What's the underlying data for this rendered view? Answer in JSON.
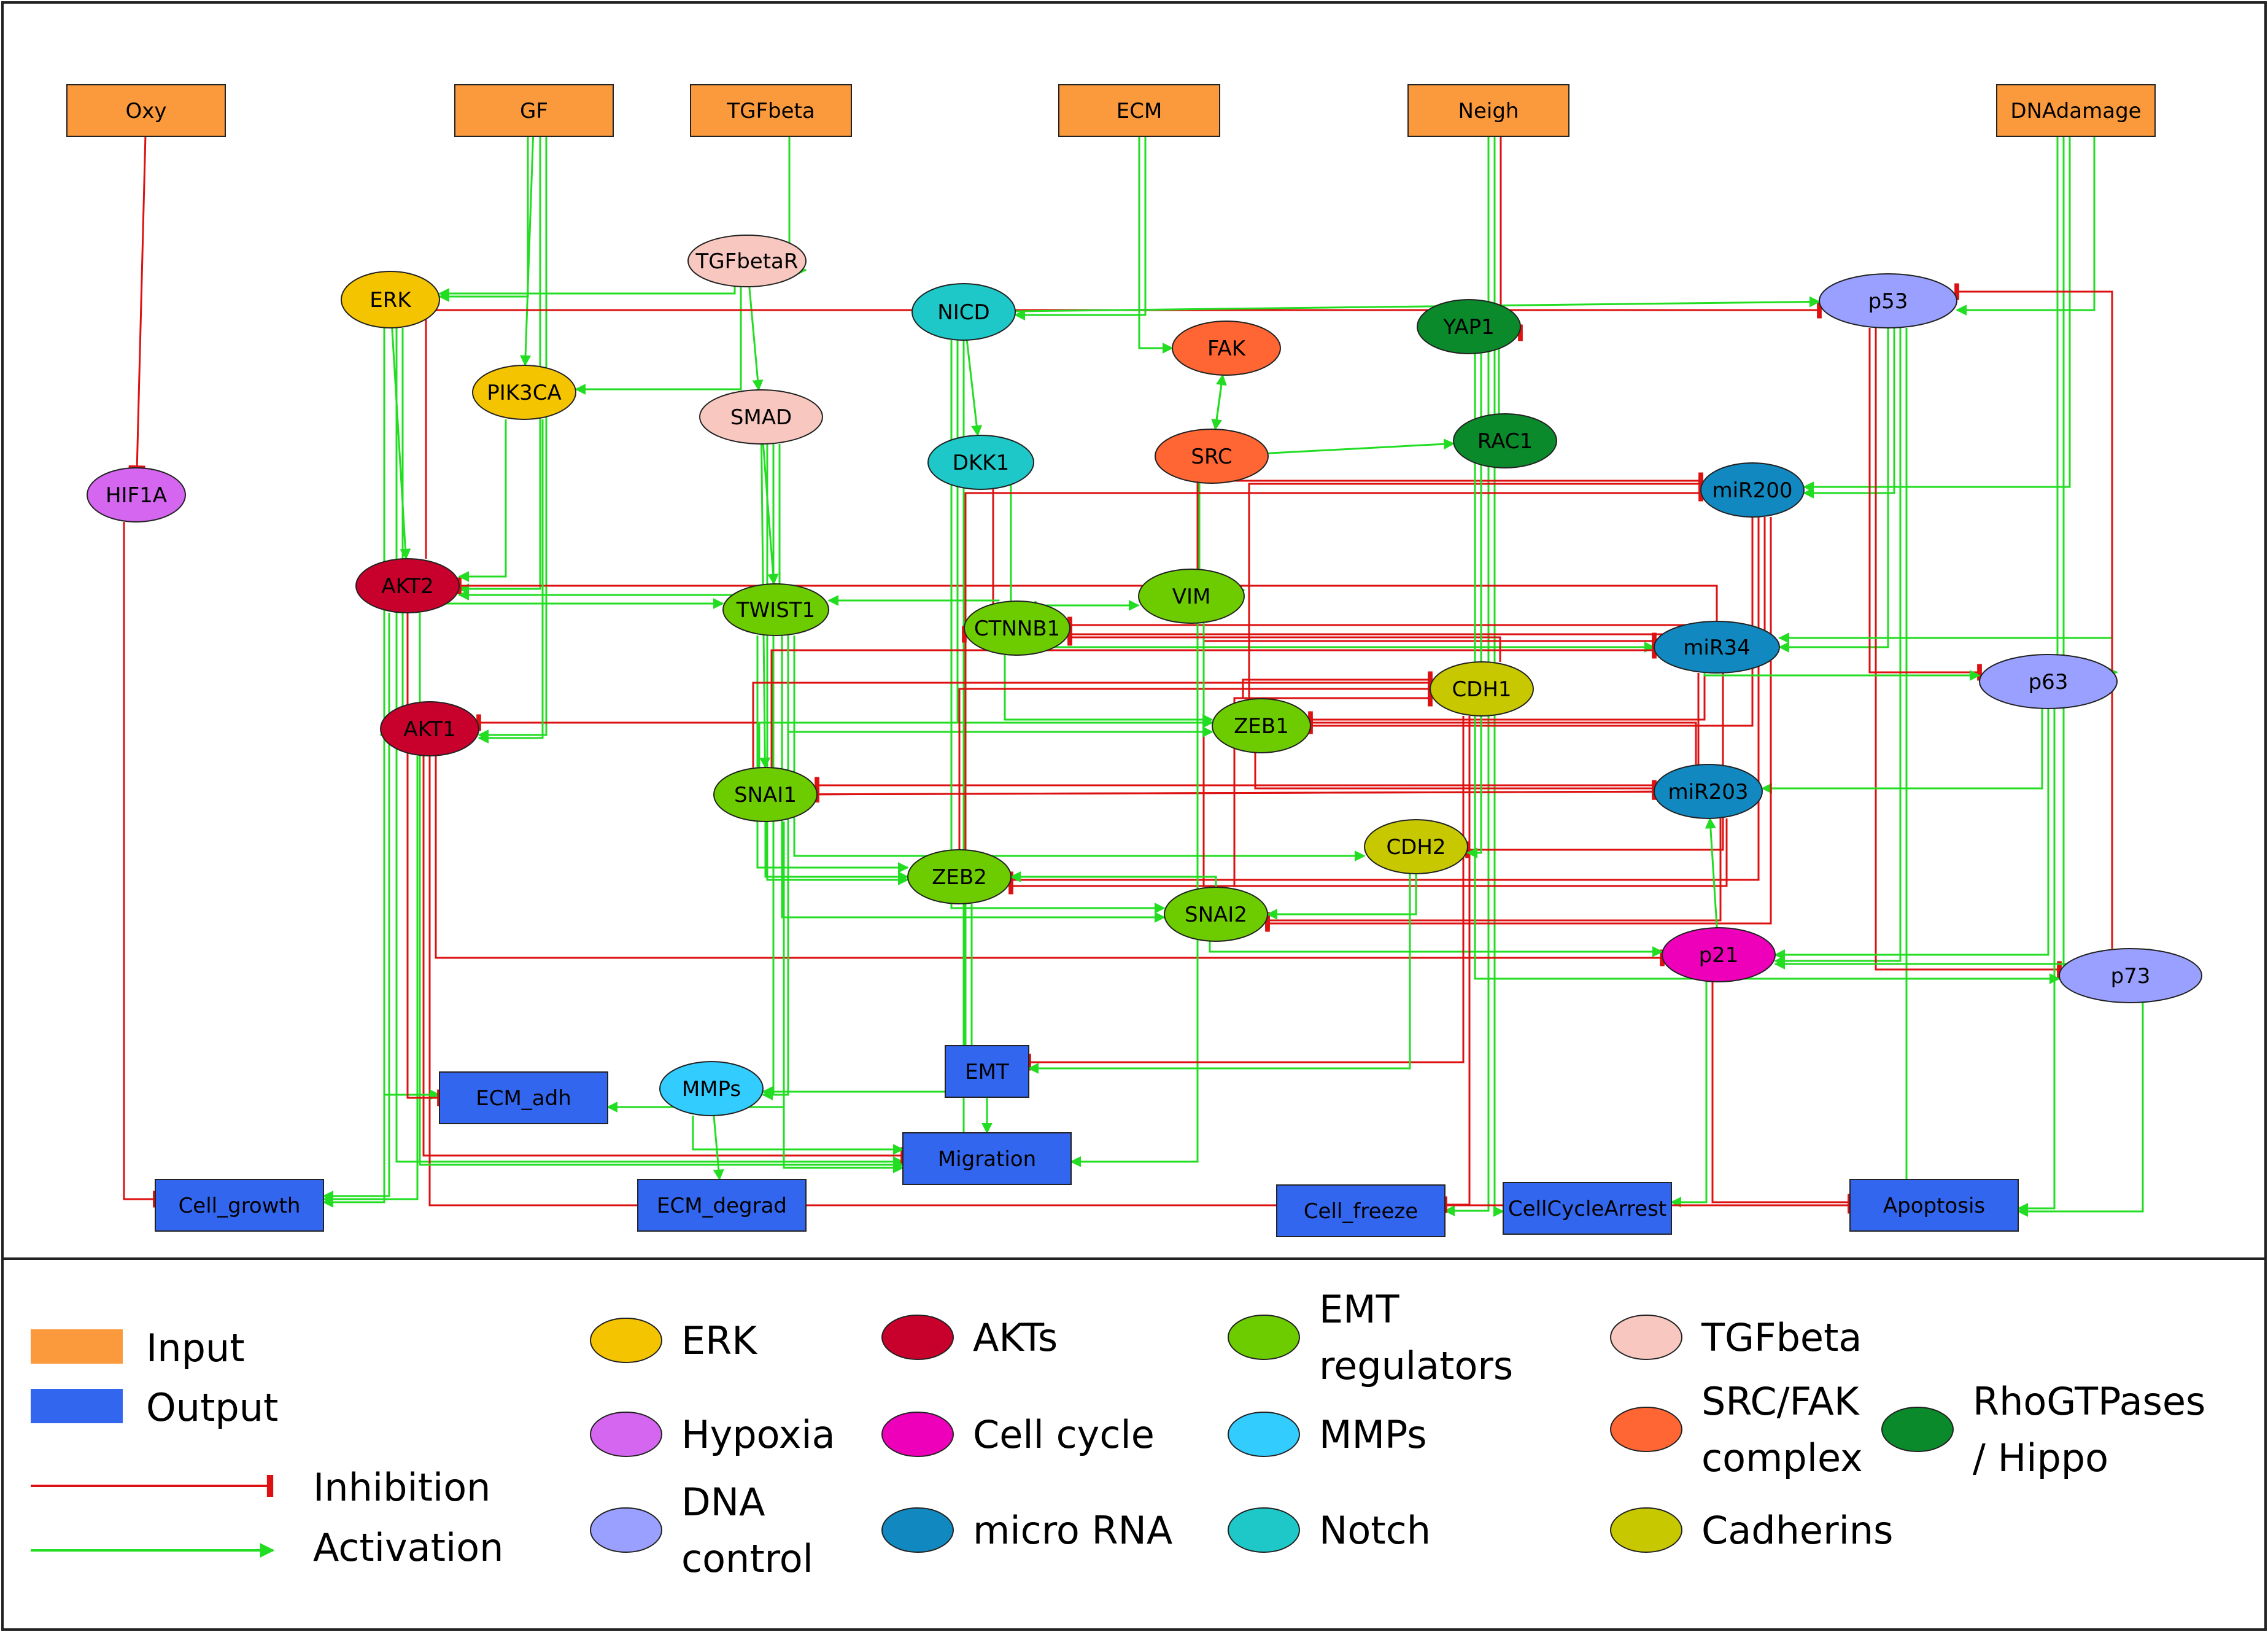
{
  "colors": {
    "input": "#fb9a3c",
    "output": "#3366ee",
    "inhibition": "#dd1111",
    "activation": "#22dd22",
    "ERK": "#f5c400",
    "AKTs": "#c8002c",
    "EMT": "#6dcc00",
    "TGFbeta": "#f8c8c0",
    "Hypoxia": "#d466f0",
    "CellCycle": "#ee00bb",
    "MMPs": "#33ccff",
    "SRCFAK": "#ff6633",
    "RhoHippo": "#0a8a2a",
    "DNA": "#99a0ff",
    "microRNA": "#1188c0",
    "Notch": "#1fc8c8",
    "Cadherins": "#c8c800"
  },
  "inputs": [
    {
      "id": "oxy",
      "label": "Oxy"
    },
    {
      "id": "gf",
      "label": "GF"
    },
    {
      "id": "tgfbeta",
      "label": "TGFbeta"
    },
    {
      "id": "ecm",
      "label": "ECM"
    },
    {
      "id": "neigh",
      "label": "Neigh"
    },
    {
      "id": "dnadamage",
      "label": "DNAdamage"
    }
  ],
  "outputs": [
    {
      "id": "cellgrowth",
      "label": "Cell_growth"
    },
    {
      "id": "ecmadh",
      "label": "ECM_adh"
    },
    {
      "id": "ecmdegrad",
      "label": "ECM_degrad"
    },
    {
      "id": "emt",
      "label": "EMT"
    },
    {
      "id": "migration",
      "label": "Migration"
    },
    {
      "id": "cellfreeze",
      "label": "Cell_freeze"
    },
    {
      "id": "cellcyclearrest",
      "label": "CellCycleArrest"
    },
    {
      "id": "apoptosis",
      "label": "Apoptosis"
    }
  ],
  "nodes": [
    {
      "id": "hif1a",
      "label": "HIF1A",
      "group": "Hypoxia"
    },
    {
      "id": "tgfbetar",
      "label": "TGFbetaR",
      "group": "TGFbeta"
    },
    {
      "id": "erk",
      "label": "ERK",
      "group": "ERK"
    },
    {
      "id": "nicd",
      "label": "NICD",
      "group": "Notch"
    },
    {
      "id": "p53",
      "label": "p53",
      "group": "DNA"
    },
    {
      "id": "yap1",
      "label": "YAP1",
      "group": "RhoHippo"
    },
    {
      "id": "fak",
      "label": "FAK",
      "group": "SRCFAK"
    },
    {
      "id": "pik3ca",
      "label": "PIK3CA",
      "group": "ERK"
    },
    {
      "id": "smad",
      "label": "SMAD",
      "group": "TGFbeta"
    },
    {
      "id": "rac1",
      "label": "RAC1",
      "group": "RhoHippo"
    },
    {
      "id": "src",
      "label": "SRC",
      "group": "SRCFAK"
    },
    {
      "id": "dkk1",
      "label": "DKK1",
      "group": "Notch"
    },
    {
      "id": "mir200",
      "label": "miR200",
      "group": "microRNA"
    },
    {
      "id": "akt2",
      "label": "AKT2",
      "group": "AKTs"
    },
    {
      "id": "twist1",
      "label": "TWIST1",
      "group": "EMT"
    },
    {
      "id": "vim",
      "label": "VIM",
      "group": "EMT"
    },
    {
      "id": "ctnnb1",
      "label": "CTNNB1",
      "group": "EMT"
    },
    {
      "id": "mir34",
      "label": "miR34",
      "group": "microRNA"
    },
    {
      "id": "p63",
      "label": "p63",
      "group": "DNA"
    },
    {
      "id": "cdh1",
      "label": "CDH1",
      "group": "Cadherins"
    },
    {
      "id": "akt1",
      "label": "AKT1",
      "group": "AKTs"
    },
    {
      "id": "zeb1",
      "label": "ZEB1",
      "group": "EMT"
    },
    {
      "id": "snai1",
      "label": "SNAI1",
      "group": "EMT"
    },
    {
      "id": "mir203",
      "label": "miR203",
      "group": "microRNA"
    },
    {
      "id": "cdh2",
      "label": "CDH2",
      "group": "Cadherins"
    },
    {
      "id": "zeb2",
      "label": "ZEB2",
      "group": "EMT"
    },
    {
      "id": "snai2",
      "label": "SNAI2",
      "group": "EMT"
    },
    {
      "id": "p21",
      "label": "p21",
      "group": "CellCycle"
    },
    {
      "id": "p73",
      "label": "p73",
      "group": "DNA"
    },
    {
      "id": "mmps",
      "label": "MMPs",
      "group": "MMPs"
    }
  ],
  "edges": [
    {
      "from": "oxy",
      "to": "hif1a",
      "type": "inhibition"
    },
    {
      "from": "hif1a",
      "to": "cellgrowth",
      "type": "inhibition"
    },
    {
      "from": "gf",
      "to": "erk",
      "type": "activation"
    },
    {
      "from": "gf",
      "to": "pik3ca",
      "type": "activation"
    },
    {
      "from": "gf",
      "to": "akt2",
      "type": "activation"
    },
    {
      "from": "gf",
      "to": "akt1",
      "type": "activation"
    },
    {
      "from": "tgfbeta",
      "to": "tgfbetar",
      "type": "activation"
    },
    {
      "from": "tgfbetar",
      "to": "smad",
      "type": "activation"
    },
    {
      "from": "tgfbetar",
      "to": "erk",
      "type": "activation"
    },
    {
      "from": "tgfbetar",
      "to": "pik3ca",
      "type": "activation"
    },
    {
      "from": "ecm",
      "to": "fak",
      "type": "activation"
    },
    {
      "from": "ecm",
      "to": "nicd",
      "type": "activation"
    },
    {
      "from": "fak",
      "to": "src",
      "type": "activation"
    },
    {
      "from": "src",
      "to": "fak",
      "type": "activation"
    },
    {
      "from": "src",
      "to": "rac1",
      "type": "activation"
    },
    {
      "from": "src",
      "to": "vim",
      "type": "activation"
    },
    {
      "from": "rac1",
      "to": "yap1",
      "type": "activation"
    },
    {
      "from": "neigh",
      "to": "cellfreeze",
      "type": "activation"
    },
    {
      "from": "neigh",
      "to": "cellcyclearrest",
      "type": "activation"
    },
    {
      "from": "neigh",
      "to": "yap1",
      "type": "inhibition"
    },
    {
      "from": "dnadamage",
      "to": "p53",
      "type": "activation"
    },
    {
      "from": "dnadamage",
      "to": "p63",
      "type": "activation"
    },
    {
      "from": "dnadamage",
      "to": "p73",
      "type": "activation"
    },
    {
      "from": "dnadamage",
      "to": "mir200",
      "type": "activation"
    },
    {
      "from": "p53",
      "to": "mir34",
      "type": "activation"
    },
    {
      "from": "p53",
      "to": "mir200",
      "type": "activation"
    },
    {
      "from": "p53",
      "to": "p21",
      "type": "activation"
    },
    {
      "from": "p53",
      "to": "apoptosis",
      "type": "activation"
    },
    {
      "from": "p53",
      "to": "p63",
      "type": "inhibition"
    },
    {
      "from": "p53",
      "to": "p73",
      "type": "inhibition"
    },
    {
      "from": "p63",
      "to": "mir203",
      "type": "activation"
    },
    {
      "from": "p63",
      "to": "p21",
      "type": "activation"
    },
    {
      "from": "p63",
      "to": "apoptosis",
      "type": "activation"
    },
    {
      "from": "p73",
      "to": "apoptosis",
      "type": "activation"
    },
    {
      "from": "p73",
      "to": "p21",
      "type": "activation"
    },
    {
      "from": "p73",
      "to": "mir34",
      "type": "activation"
    },
    {
      "from": "p21",
      "to": "cellcyclearrest",
      "type": "activation"
    },
    {
      "from": "p21",
      "to": "apoptosis",
      "type": "inhibition"
    },
    {
      "from": "mir200",
      "to": "zeb1",
      "type": "inhibition"
    },
    {
      "from": "mir200",
      "to": "zeb2",
      "type": "inhibition"
    },
    {
      "from": "mir200",
      "to": "ctnnb1",
      "type": "inhibition"
    },
    {
      "from": "mir200",
      "to": "snai2",
      "type": "inhibition"
    },
    {
      "from": "mir34",
      "to": "snai1",
      "type": "inhibition"
    },
    {
      "from": "mir34",
      "to": "zeb1",
      "type": "inhibition"
    },
    {
      "from": "mir34",
      "to": "ctnnb1",
      "type": "inhibition"
    },
    {
      "from": "mir34",
      "to": "akt2",
      "type": "inhibition"
    },
    {
      "from": "mir34",
      "to": "cdh2",
      "type": "inhibition"
    },
    {
      "from": "mir203",
      "to": "snai2",
      "type": "inhibition"
    },
    {
      "from": "mir203",
      "to": "zeb2",
      "type": "inhibition"
    },
    {
      "from": "mir203",
      "to": "snai1",
      "type": "inhibition"
    },
    {
      "from": "mir203",
      "to": "akt1",
      "type": "inhibition"
    },
    {
      "from": "erk",
      "to": "cellgrowth",
      "type": "activation"
    },
    {
      "from": "erk",
      "to": "akt2",
      "type": "activation"
    },
    {
      "from": "erk",
      "to": "migration",
      "type": "activation"
    },
    {
      "from": "erk",
      "to": "akt1",
      "type": "activation"
    },
    {
      "from": "pik3ca",
      "to": "akt1",
      "type": "activation"
    },
    {
      "from": "pik3ca",
      "to": "akt2",
      "type": "activation"
    },
    {
      "from": "akt1",
      "to": "cellgrowth",
      "type": "activation"
    },
    {
      "from": "akt1",
      "to": "migration",
      "type": "inhibition"
    },
    {
      "from": "akt1",
      "to": "apoptosis",
      "type": "inhibition"
    },
    {
      "from": "akt1",
      "to": "p21",
      "type": "inhibition"
    },
    {
      "from": "akt2",
      "to": "migration",
      "type": "activation"
    },
    {
      "from": "akt2",
      "to": "p53",
      "type": "inhibition"
    },
    {
      "from": "akt2",
      "to": "cellgrowth",
      "type": "activation"
    },
    {
      "from": "akt2",
      "to": "twist1",
      "type": "activation"
    },
    {
      "from": "smad",
      "to": "twist1",
      "type": "activation"
    },
    {
      "from": "smad",
      "to": "snai1",
      "type": "activation"
    },
    {
      "from": "smad",
      "to": "zeb2",
      "type": "activation"
    },
    {
      "from": "smad",
      "to": "mmps",
      "type": "activation"
    },
    {
      "from": "smad",
      "to": "akt2",
      "type": "activation"
    },
    {
      "from": "nicd",
      "to": "dkk1",
      "type": "activation"
    },
    {
      "from": "nicd",
      "to": "snai2",
      "type": "activation"
    },
    {
      "from": "nicd",
      "to": "zeb1",
      "type": "activation"
    },
    {
      "from": "nicd",
      "to": "migration",
      "type": "activation"
    },
    {
      "from": "nicd",
      "to": "p53",
      "type": "activation"
    },
    {
      "from": "dkk1",
      "to": "ctnnb1",
      "type": "inhibition"
    },
    {
      "from": "ctnnb1",
      "to": "vim",
      "type": "activation"
    },
    {
      "from": "ctnnb1",
      "to": "twist1",
      "type": "activation"
    },
    {
      "from": "ctnnb1",
      "to": "zeb1",
      "type": "activation"
    },
    {
      "from": "ctnnb1",
      "to": "dkk1",
      "type": "activation"
    },
    {
      "from": "ctnnb1",
      "to": "mir34",
      "type": "activation"
    },
    {
      "from": "twist1",
      "to": "snai2",
      "type": "activation"
    },
    {
      "from": "twist1",
      "to": "zeb1",
      "type": "activation"
    },
    {
      "from": "twist1",
      "to": "cdh2",
      "type": "activation"
    },
    {
      "from": "twist1",
      "to": "zeb2",
      "type": "activation"
    },
    {
      "from": "snai1",
      "to": "cdh1",
      "type": "inhibition"
    },
    {
      "from": "snai1",
      "to": "zeb1",
      "type": "activation"
    },
    {
      "from": "snai1",
      "to": "zeb2",
      "type": "activation"
    },
    {
      "from": "snai1",
      "to": "mir34",
      "type": "inhibition"
    },
    {
      "from": "snai1",
      "to": "mir203",
      "type": "inhibition"
    },
    {
      "from": "snai1",
      "to": "migration",
      "type": "activation"
    },
    {
      "from": "zeb1",
      "to": "cdh1",
      "type": "inhibition"
    },
    {
      "from": "zeb1",
      "to": "mir200",
      "type": "inhibition"
    },
    {
      "from": "zeb1",
      "to": "mir203",
      "type": "inhibition"
    },
    {
      "from": "zeb2",
      "to": "cdh1",
      "type": "inhibition"
    },
    {
      "from": "zeb2",
      "to": "mir200",
      "type": "inhibition"
    },
    {
      "from": "zeb2",
      "to": "emt",
      "type": "activation"
    },
    {
      "from": "snai2",
      "to": "cdh1",
      "type": "inhibition"
    },
    {
      "from": "snai2",
      "to": "mir200",
      "type": "inhibition"
    },
    {
      "from": "snai2",
      "to": "mir34",
      "type": "inhibition"
    },
    {
      "from": "snai2",
      "to": "p21",
      "type": "activation"
    },
    {
      "from": "snai2",
      "to": "zeb2",
      "type": "activation"
    },
    {
      "from": "vim",
      "to": "migration",
      "type": "activation"
    },
    {
      "from": "vim",
      "to": "zeb1",
      "type": "activation"
    },
    {
      "from": "cdh1",
      "to": "ctnnb1",
      "type": "inhibition"
    },
    {
      "from": "cdh1",
      "to": "emt",
      "type": "inhibition"
    },
    {
      "from": "cdh1",
      "to": "cellfreeze",
      "type": "inhibition"
    },
    {
      "from": "cdh2",
      "to": "emt",
      "type": "activation"
    },
    {
      "from": "cdh2",
      "to": "snai2",
      "type": "activation"
    },
    {
      "from": "yap1",
      "to": "p73",
      "type": "activation"
    },
    {
      "from": "yap1",
      "to": "cdh2",
      "type": "activation"
    },
    {
      "from": "mmps",
      "to": "ecmdegrad",
      "type": "activation"
    },
    {
      "from": "mmps",
      "to": "migration",
      "type": "activation"
    },
    {
      "from": "emt",
      "to": "migration",
      "type": "activation"
    },
    {
      "from": "erk",
      "to": "ecmadh",
      "type": "activation"
    },
    {
      "from": "akt2",
      "to": "ecmadh",
      "type": "inhibition"
    },
    {
      "from": "zeb2",
      "to": "mmps",
      "type": "activation"
    },
    {
      "from": "twist1",
      "to": "mmps",
      "type": "activation"
    },
    {
      "from": "snai1",
      "to": "ecmadh",
      "type": "activation"
    },
    {
      "from": "p73",
      "to": "p53",
      "type": "inhibition"
    },
    {
      "from": "mir34",
      "to": "p63",
      "type": "activation"
    },
    {
      "from": "p21",
      "to": "mir203",
      "type": "activation"
    }
  ],
  "legend": {
    "input_label": "Input",
    "output_label": "Output",
    "inhibition_label": "Inhibition",
    "activation_label": "Activation",
    "groups": [
      {
        "key": "ERK",
        "label_lines": [
          "ERK"
        ]
      },
      {
        "key": "AKTs",
        "label_lines": [
          "AKTs"
        ]
      },
      {
        "key": "EMT",
        "label_lines": [
          "EMT",
          "regulators"
        ]
      },
      {
        "key": "TGFbeta",
        "label_lines": [
          "TGFbeta"
        ]
      },
      {
        "key": "Hypoxia",
        "label_lines": [
          "Hypoxia"
        ]
      },
      {
        "key": "CellCycle",
        "label_lines": [
          "Cell cycle"
        ]
      },
      {
        "key": "MMPs",
        "label_lines": [
          "MMPs"
        ]
      },
      {
        "key": "SRCFAK",
        "label_lines": [
          "SRC/FAK",
          "complex"
        ]
      },
      {
        "key": "RhoHippo",
        "label_lines": [
          "RhoGTPases",
          "/ Hippo"
        ]
      },
      {
        "key": "DNA",
        "label_lines": [
          "DNA",
          "control"
        ]
      },
      {
        "key": "microRNA",
        "label_lines": [
          "micro RNA"
        ]
      },
      {
        "key": "Notch",
        "label_lines": [
          "Notch"
        ]
      },
      {
        "key": "Cadherins",
        "label_lines": [
          "Cadherins"
        ]
      }
    ]
  }
}
